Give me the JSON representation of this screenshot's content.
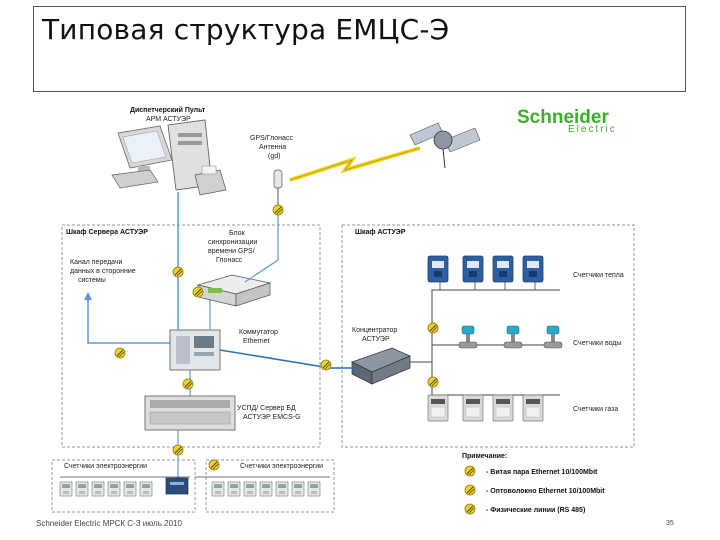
{
  "slide": {
    "title": "Типовая структура ЕМЦС-Э",
    "footer": "Schneider Electric МРСК С-З июль 2010",
    "page_number": "35"
  },
  "brand": {
    "name": "Schneider",
    "sub": "Electric",
    "color": "#3dae2b"
  },
  "labels": {
    "dispatch_title": "Диспетчерский Пульт",
    "dispatch_sub": "АРМ АСТУЭР",
    "gps_line1": "GPS/Глонасс",
    "gps_line2": "Антенна",
    "gps_line3": "(gd)",
    "server_cabinet": "Шкаф Сервера АСТУЭР",
    "astue_cabinet": "Шкаф АСТУЭР",
    "sync_line1": "Блок",
    "sync_line2": "синхронизации",
    "sync_line3": "времени GPS/",
    "sync_line4": "Глонасс",
    "channel_line1": "Канал передачи",
    "channel_line2": "данных в сторонние",
    "channel_line3": "системы",
    "switch_line1": "Коммутатор",
    "switch_line2": "Ethernet",
    "concentrator_line1": "Концентратор",
    "concentrator_line2": "АСТУЭР",
    "uspd_line1": "УСПД/ Сервер БД",
    "uspd_line2": "АСТУЭР EMCS-G",
    "heat_meters": "Счетчики тепла",
    "water_meters": "Счетчики воды",
    "gas_meters": "Счетчики газа",
    "elec_meters_left": "Счетчики электроэнергии",
    "elec_meters_right": "Счетчики электроэнергии"
  },
  "legend": {
    "title": "Примечание:",
    "items": [
      {
        "text": "- Витая пара Ethernet 10/100Mbit"
      },
      {
        "text": "- Оптоволокно Ethernet 10/100Mbit"
      },
      {
        "text": "- Физические линии (RS 485)"
      }
    ]
  },
  "colors": {
    "ethernet_line": "#5b9bd5",
    "fiber_line": "#2a6fb5",
    "rs485_line": "#444444",
    "connector_yellow": "#f2d31b",
    "meter_blue": "#3c6fb0",
    "cabinet_border": "#9a9a9a"
  }
}
